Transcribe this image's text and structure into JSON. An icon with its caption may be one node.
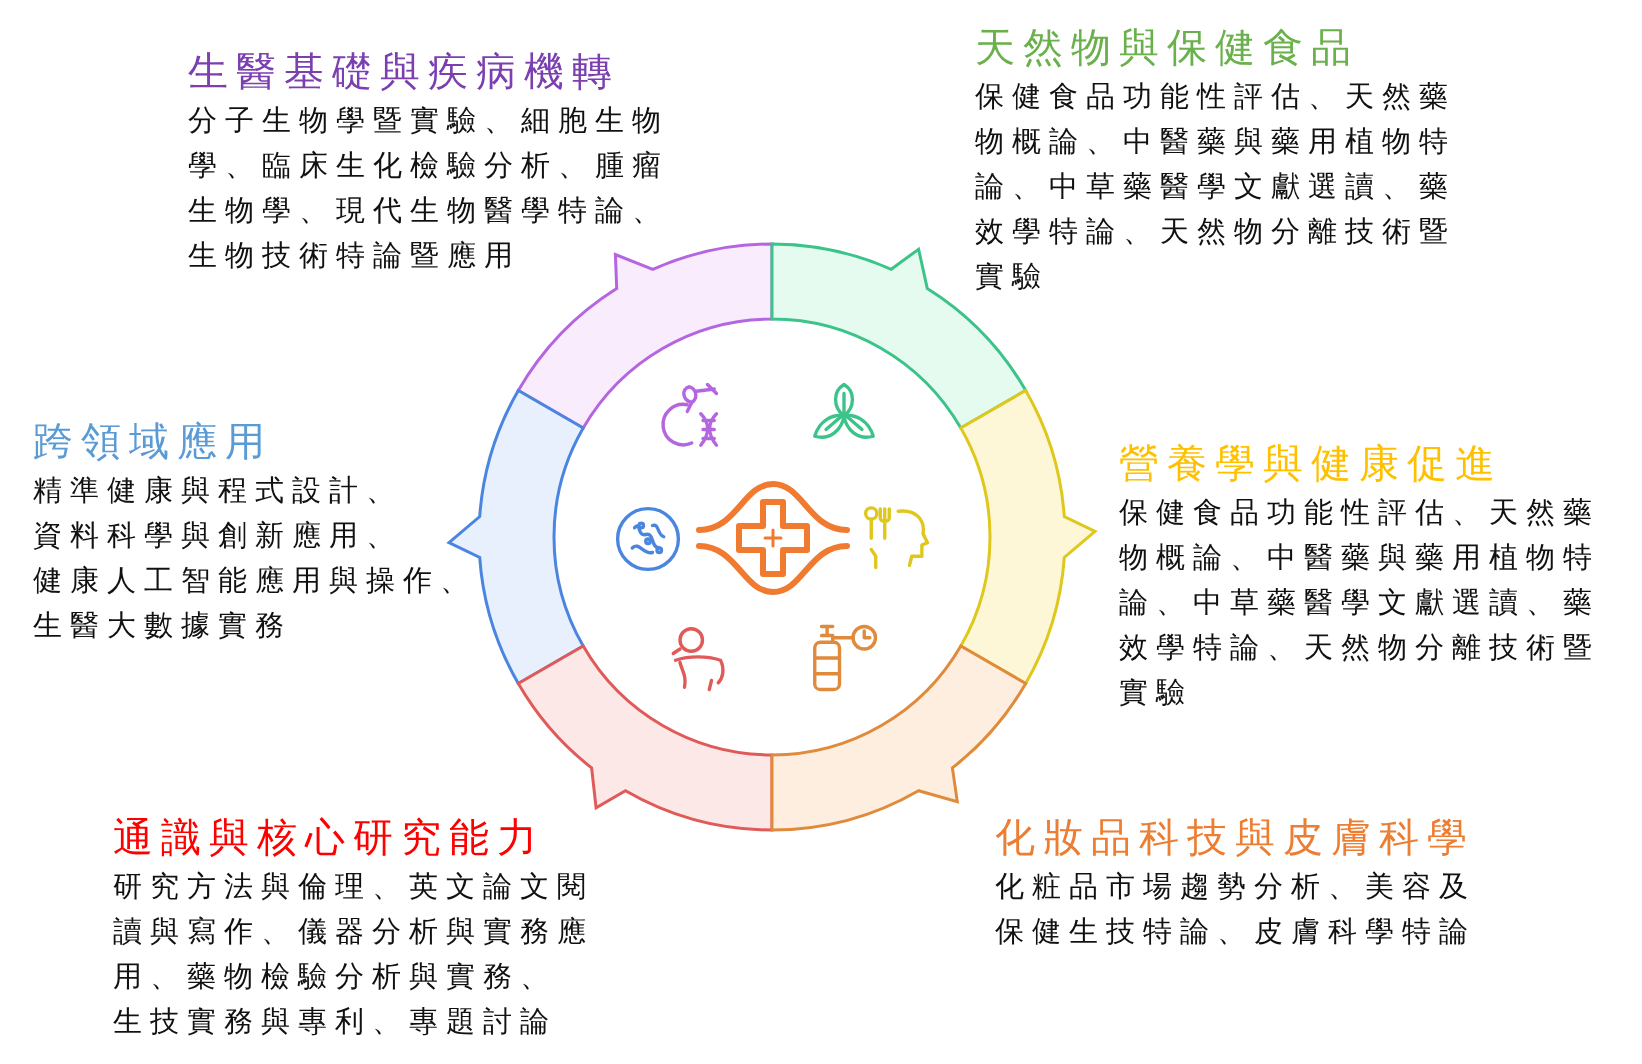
{
  "diagram": {
    "nodes": [
      {
        "text": [
          "生醫基礎與疾病機轉",
          "分子生物學暨實驗、細胞生物學、臨床生化檢驗分析、腫瘤生物學、現代生物醫學特論、生物技術特論暨應用"
        ]
      },
      {
        "text": [
          "天然物與保健食品",
          "保健食品功能性評估、天然藥物概論、中醫藥與藥用植物特論、中草藥醫學文獻選讀、藥效學特論、天然物分離技術暨實驗"
        ]
      },
      {
        "text": [
          "跨領域應用",
          "精準健康與程式設計、",
          "資料科學與創新應用、",
          "健康人工智能應用與操作、",
          "生醫大數據實務"
        ]
      },
      {
        "text": [
          "營養學與健康促進",
          "保健食品功能性評估、天然藥物概論、中醫藥與藥用植物特論、中草藥醫學文獻選讀、藥效學特論、天然物分離技術暨實驗"
        ]
      },
      {
        "text": [
          "通識與核心研究能力",
          "研究方法與倫理、英文論文閱讀與寫作、儀器分析與實務應用、藥物檢驗分析與實務、",
          "生技實務與專利、專題討論"
        ]
      },
      {
        "text": [
          "化妝品科技與皮膚科學",
          "化粧品市場趨勢分析、美容及保健生技特論、皮膚科學特論"
        ]
      }
    ]
  }
}
